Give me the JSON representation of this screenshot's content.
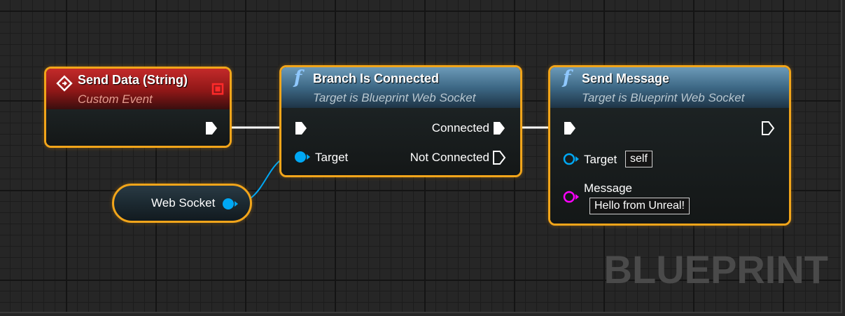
{
  "watermark": "BLUEPRINT",
  "colors": {
    "selection_border": "#f2a51a",
    "exec_wire": "#ffffff",
    "object_pin": "#00a8f4",
    "string_pin": "#ff00ff",
    "event_header": "#b32020",
    "function_header": "#4a7a99"
  },
  "event_node": {
    "icon": "custom-event-icon",
    "title": "Send Data (String)",
    "subtitle": "Custom Event",
    "delegate_pin_icon": "delegate-pin-icon"
  },
  "branch_node": {
    "icon": "function-icon",
    "icon_glyph": "f",
    "title": "Branch Is Connected",
    "subtitle": "Target is Blueprint Web Socket",
    "inputs": {
      "target": "Target"
    },
    "outputs": {
      "connected": "Connected",
      "not_connected": "Not Connected"
    }
  },
  "send_node": {
    "icon": "function-icon",
    "icon_glyph": "f",
    "title": "Send Message",
    "subtitle": "Target is Blueprint Web Socket",
    "target_label": "Target",
    "target_value": "self",
    "message_label": "Message",
    "message_value": "Hello from Unreal!"
  },
  "variable_node": {
    "label": "Web Socket"
  }
}
